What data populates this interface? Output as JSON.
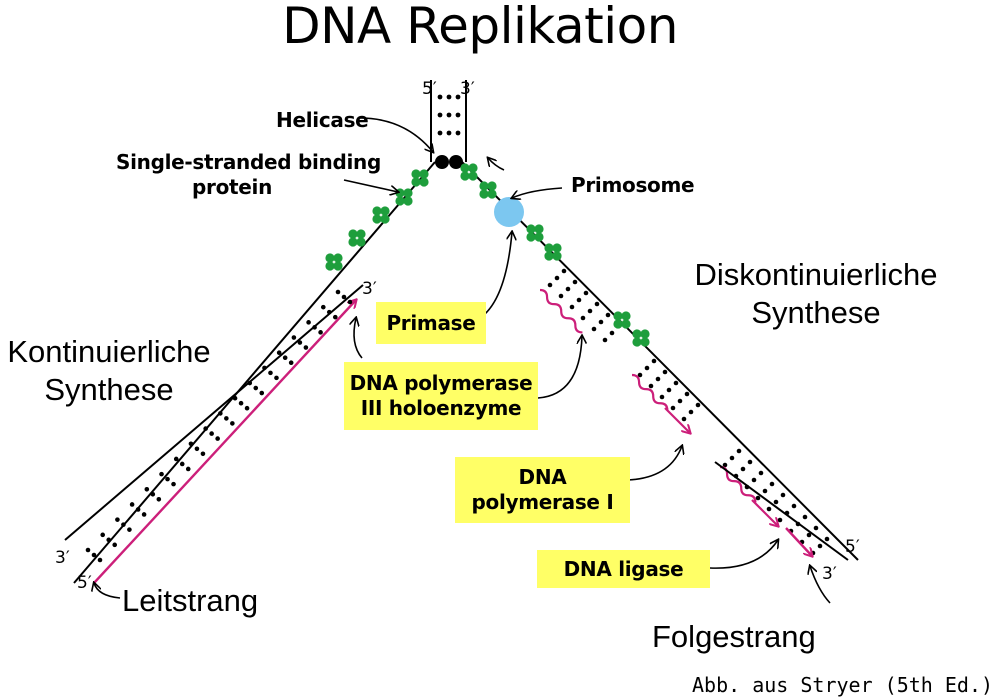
{
  "title": "DNA Replikation",
  "labels": {
    "continuous": [
      "Kontinuierliche",
      "Synthese"
    ],
    "discontinuous": [
      "Diskontinuierliche",
      "Synthese"
    ],
    "leading": "Leitstrang",
    "lagging": "Folgestrang",
    "credit": "Abb. aus Stryer (5th Ed.)"
  },
  "proteins": {
    "helicase": "Helicase",
    "ssb": [
      "Single-stranded binding",
      "protein"
    ],
    "primosome": "Primosome"
  },
  "boxes": {
    "primase": "Primase",
    "pol3": [
      "DNA polymerase",
      "III holoenzyme"
    ],
    "pol1": [
      "DNA",
      "polymerase I"
    ],
    "ligase": "DNA ligase"
  },
  "ends": {
    "top_left": "5′",
    "top_right": "3′",
    "left_primer": "3′",
    "bottom_left_outer": "3′",
    "bottom_left_inner": "5′",
    "bottom_right_outer": "5′",
    "bottom_right_inner": "3′"
  },
  "colors": {
    "strand": "#000000",
    "new_strand": "#cc1f7a",
    "ssb": "#1e9e3c",
    "primosome": "#7cc7f0",
    "box": "#ffff66"
  }
}
